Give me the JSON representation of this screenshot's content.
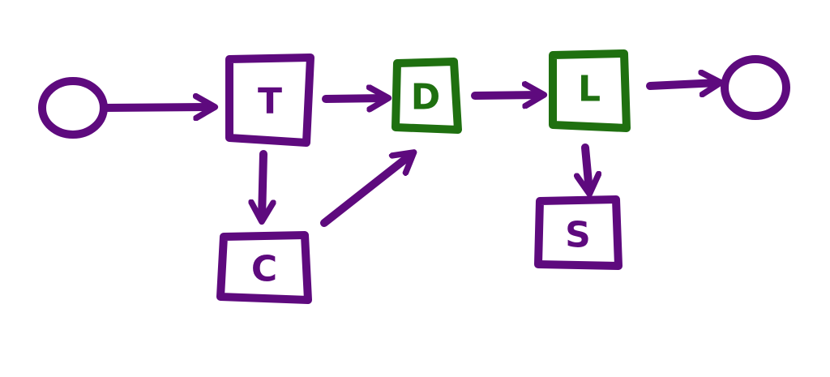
{
  "colors": {
    "purple": "#5e0a7e",
    "green": "#1f7010"
  },
  "nodes": {
    "T": {
      "label": "T",
      "color": "purple"
    },
    "D": {
      "label": "D",
      "color": "green"
    },
    "L": {
      "label": "L",
      "color": "green"
    },
    "C": {
      "label": "C",
      "color": "purple"
    },
    "S": {
      "label": "S",
      "color": "purple"
    }
  },
  "edges": [
    [
      "start",
      "T"
    ],
    [
      "T",
      "D"
    ],
    [
      "D",
      "L"
    ],
    [
      "L",
      "end"
    ],
    [
      "T",
      "C"
    ],
    [
      "C",
      "D"
    ],
    [
      "L",
      "S"
    ]
  ]
}
